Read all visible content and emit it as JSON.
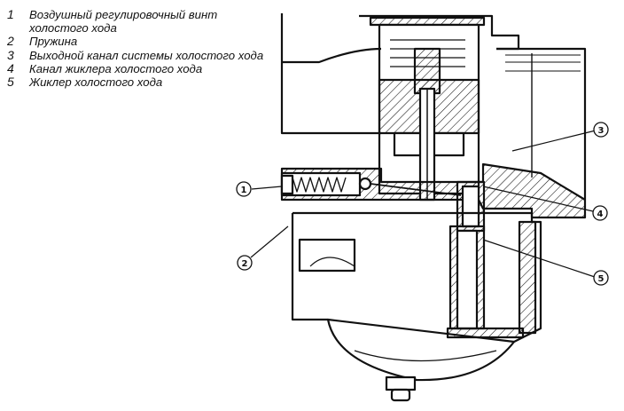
{
  "legend": [
    {
      "num": "1",
      "text": "Воздушный регулировочный винт холостого хода"
    },
    {
      "num": "2",
      "text": "Пружина"
    },
    {
      "num": "3",
      "text": "Выходной канал системы холостого хода"
    },
    {
      "num": "4",
      "text": "Канал жиклера холостого хода"
    },
    {
      "num": "5",
      "text": "Жиклер холостого хода"
    }
  ],
  "callouts": [
    "1",
    "2",
    "3",
    "4",
    "5"
  ]
}
